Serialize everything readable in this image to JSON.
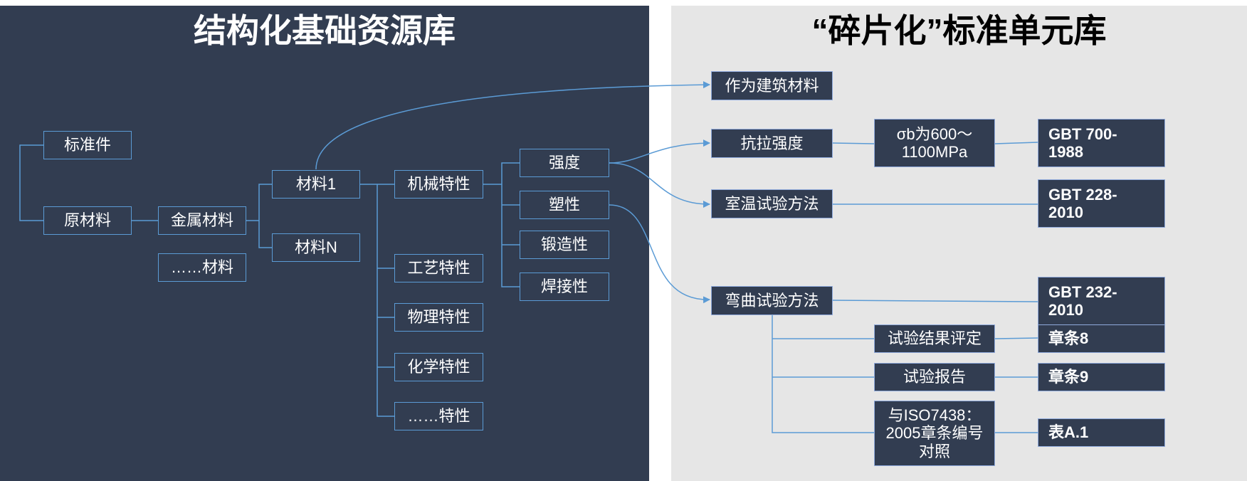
{
  "left_panel": {
    "title": "结构化基础资源库",
    "nodes": {
      "standard_parts": "标准件",
      "raw_materials": "原材料",
      "metal_materials": "金属材料",
      "other_materials": "……材料",
      "material_1": "材料1",
      "material_n": "材料N",
      "mechanical_props": "机械特性",
      "process_props": "工艺特性",
      "physical_props": "物理特性",
      "chemical_props": "化学特性",
      "other_props": "……特性",
      "strength": "强度",
      "plasticity": "塑性",
      "forgeability": "锻造性",
      "weldability": "焊接性"
    }
  },
  "right_panel": {
    "title": "“碎片化”标准单元库",
    "nodes": {
      "building_material": "作为建筑材料",
      "tensile_strength": "抗拉强度",
      "sigma_value": "σb为600～1100MPa",
      "room_temp_test": "室温试验方法",
      "bend_test": "弯曲试验方法",
      "result_eval": "试验结果评定",
      "test_report": "试验报告",
      "iso_compare": "与ISO7438：2005章条编号对照",
      "gbt700": "GBT 700-1988",
      "gbt228": "GBT 228-2010",
      "gbt232": "GBT 232-2010",
      "clause8": "章条8",
      "clause9": "章条9",
      "table_a1": "表A.1"
    }
  },
  "colors": {
    "left_bg": "#323d51",
    "right_bg": "#e6e6e6",
    "node_border": "#5b9bd5",
    "connector": "#5b9bd5"
  }
}
